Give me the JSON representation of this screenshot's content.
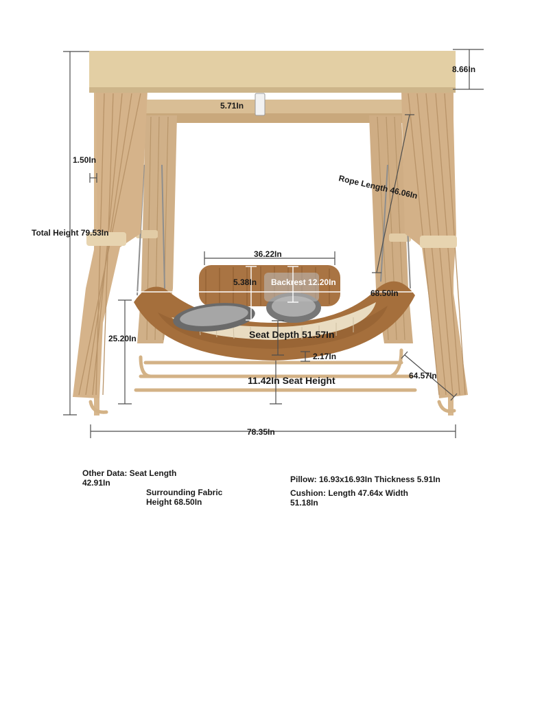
{
  "colors": {
    "canopy": "#e3cfa4",
    "curtain": "#d4b58a",
    "frame": "#d7b78e",
    "rattan": "#a26f3e",
    "cushion": "#e9dcc1",
    "dimension_line": "#4d4d4d"
  },
  "dimensions": {
    "canopy_height": "8.66In",
    "top_bar": "5.71In",
    "post_width": "1.50In",
    "rope_length": "Rope Length 46.06In",
    "total_height": "Total Height 79.53In",
    "backrest_width": "36.22In",
    "small_gap": "5.38In",
    "backrest": "Backrest 12.20In",
    "seat_width": "68.50In",
    "seat_depth": "Seat Depth 51.57In",
    "side_height": "25.20In",
    "base_thickness": "2.17In",
    "diagonal": "64.57In",
    "seat_height": "11.42In Seat Height",
    "overall_width": "78.35In"
  },
  "notes": {
    "other_data": "Other Data: Seat Length 42.91In",
    "surrounding_fabric": "Surrounding Fabric Height 68.50In",
    "pillow": "Pillow: 16.93x16.93In Thickness 5.91In",
    "cushion": "Cushion: Length 47.64x Width 51.18In"
  }
}
